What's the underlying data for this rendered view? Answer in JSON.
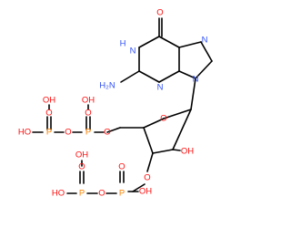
{
  "colors": {
    "carbon": "#000000",
    "nitrogen": "#3050F8",
    "oxygen": "#FF0D0D",
    "phosphorus": "#FF8000",
    "background": "#ffffff"
  },
  "atoms": {
    "o_carbonyl": "O",
    "nh_ring": "H",
    "n_ring1": "N",
    "nh2": "H₂N",
    "n_ring3": "N",
    "n_imid7": "N",
    "n_imid9": "N",
    "o_ribose_ring": "O",
    "o_2_hydroxyl": "OH",
    "o_5_ester": "O",
    "p_beta_5": "P",
    "o_p5_bridge": "O",
    "p_alpha_5": "P",
    "o_p5a_double": "O",
    "o_p5a_oh": "OH",
    "o_p5b_double": "O",
    "ho_p5b_top": "OH",
    "ho_p5b_left": "HO",
    "o_3_ester": "O",
    "p_alpha_3": "P",
    "o_p3_bridge": "O",
    "p_beta_3": "P",
    "o_p3a_double": "O",
    "ho_p3a": "OH",
    "o_p3b_double": "O",
    "ho_p3b_top": "OH",
    "ho_p3b_left": "HO"
  }
}
